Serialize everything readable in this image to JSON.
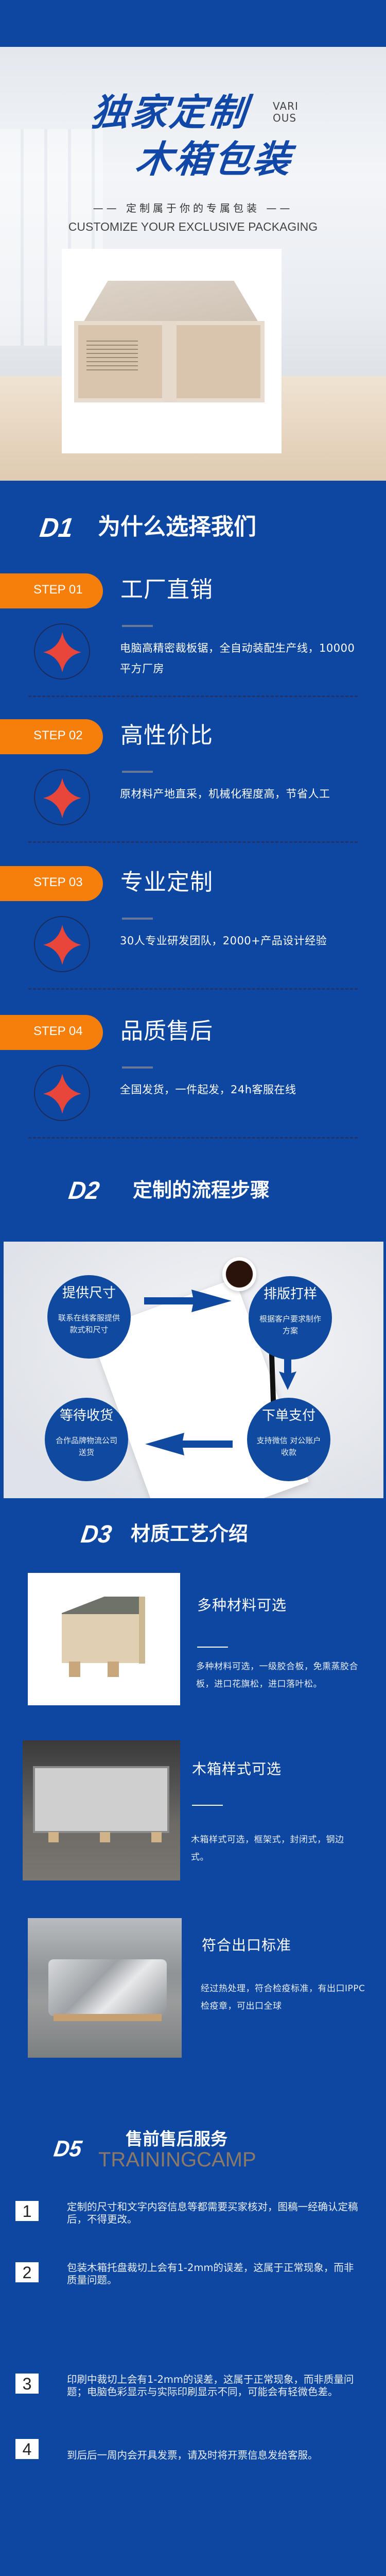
{
  "hero": {
    "title_line1": "独家定制",
    "title_line2": "木箱包装",
    "side_text_1": "VARI",
    "side_text_2": "OUS",
    "subtitle_cn": "—— 定制属于你的专属包装 ——",
    "subtitle_en": "CUSTOMIZE YOUR EXCLUSIVE PACKAGING"
  },
  "section1": {
    "number": "D1",
    "title": "为什么选择我们",
    "steps": [
      {
        "label": "STEP 01",
        "title": "工厂直销",
        "desc": "电脑高精密裁板锯，全自动装配生产线，10000平方厂房"
      },
      {
        "label": "STEP 02",
        "title": "高性价比",
        "desc": "原材料产地直采，机械化程度高，节省人工"
      },
      {
        "label": "STEP 03",
        "title": "专业定制",
        "desc": "30人专业研发团队，2000+产品设计经验"
      },
      {
        "label": "STEP 04",
        "title": "品质售后",
        "desc": "全国发货，一件起发，24h客服在线"
      }
    ]
  },
  "section2": {
    "number": "D2",
    "title": "定制的流程步骤",
    "flow": [
      {
        "title": "提供尺寸",
        "desc": "联系在线客服提供款式和尺寸"
      },
      {
        "title": "排版打样",
        "desc": "根据客户要求制作方案"
      },
      {
        "title": "下单支付",
        "desc": "支持微信 对公账户收款"
      },
      {
        "title": "等待收货",
        "desc": "合作品牌物流公司送货"
      }
    ]
  },
  "section3": {
    "number": "D3",
    "title": "材质工艺介绍",
    "items": [
      {
        "title": "多种材料可选",
        "desc": "多种材料可选，一级胶合板，免熏蒸胶合板，进口花旗松，进口落叶松。"
      },
      {
        "title": "木箱样式可选",
        "desc": "木箱样式可选，框架式，封闭式，钢边式。"
      },
      {
        "title": "符合出口标准",
        "desc": "经过热处理，符合检疫标准，有出口IPPC检疫章，可出口全球"
      }
    ]
  },
  "section5": {
    "number": "D5",
    "title": "售前售后服务",
    "subtitle": "TRAININGCAMP",
    "notes": [
      {
        "num": "1",
        "text": "定制的尺寸和文字内容信息等都需要买家核对，图稿一经确认定稿后，不得更改。"
      },
      {
        "num": "2",
        "text": "包装木箱托盘裁切上会有1-2mm的误差，这属于正常现象，而非质量问题。"
      },
      {
        "num": "3",
        "text": "印刷中裁切上会有1-2mm的误差，这属于正常现象，而非质量问题；电脑色彩显示与实际印刷显示不同，可能会有轻微色差。"
      },
      {
        "num": "4",
        "text": "到后后一周内会开具发票，请及时将开票信息发给客服。"
      }
    ]
  },
  "colors": {
    "background_blue": "#0e47a1",
    "step_orange": "#f57f0a",
    "star_red": "#e8463a",
    "subtitle_brown": "#8c7a68",
    "hero_title_blue": "#1148a8"
  },
  "icons": {
    "step_icon": "four-point-star-icon",
    "flow_arrow": "arrow-icon"
  }
}
